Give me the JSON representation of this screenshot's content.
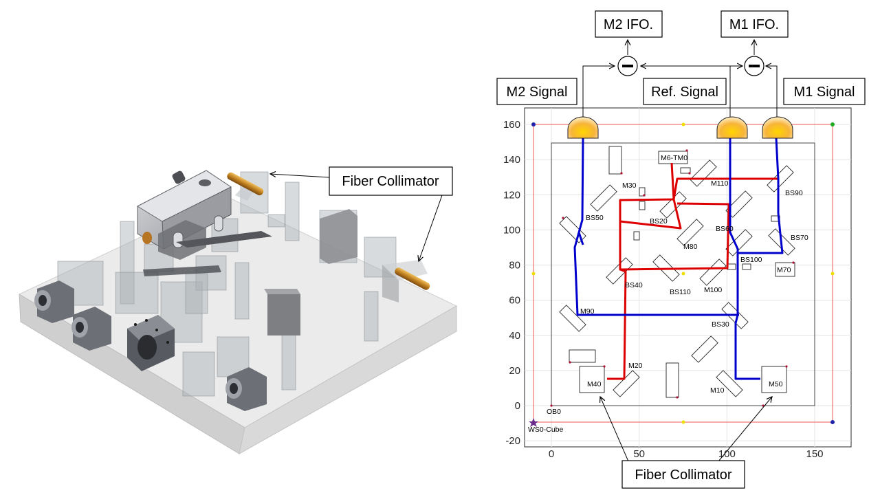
{
  "labels": {
    "fiber_collimator_left": "Fiber Collimator",
    "fiber_collimator_bottom": "Fiber Collimator",
    "m2_ifo": "M2 IFO.",
    "m1_ifo": "M1 IFO.",
    "m2_signal": "M2 Signal",
    "ref_signal": "Ref. Signal",
    "m1_signal": "M1 Signal"
  },
  "chart_data": {
    "type": "scatter",
    "xlim": [
      -20,
      170
    ],
    "ylim": [
      -20,
      170
    ],
    "x_ticks": [
      "0",
      "50",
      "100",
      "150"
    ],
    "y_ticks": [
      "-20",
      "0",
      "20",
      "40",
      "60",
      "80",
      "100",
      "120",
      "140",
      "160"
    ],
    "grid": true,
    "beams": {
      "red_color": "#dd0000",
      "blue_color": "#0000cc"
    },
    "components": [
      "M6-TM0",
      "M30",
      "M110",
      "BS90",
      "BS50",
      "BS20",
      "BS60",
      "BS70",
      "M80",
      "BS100",
      "M70",
      "BS40",
      "BS110",
      "M100",
      "M90",
      "BS30",
      "M20",
      "M40",
      "M10",
      "M50",
      "OB0",
      "WS0-Cube"
    ]
  }
}
